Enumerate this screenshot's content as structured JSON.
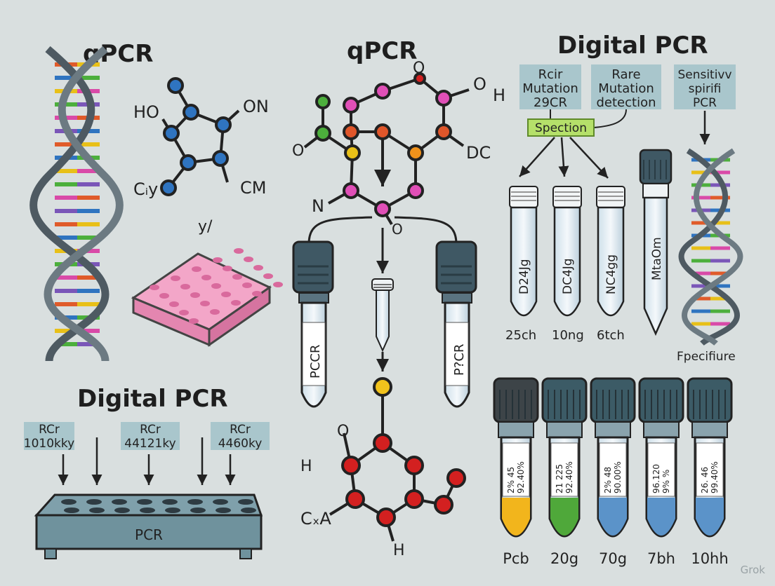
{
  "titles": {
    "top_left": "qPCR",
    "top_center": "qPCR",
    "top_right": "Digital PCR",
    "bottom_left": "Digital PCR"
  },
  "molecule_left": {
    "ho": "HO",
    "on": "ON",
    "cy": "Cᵢy",
    "cm": "CM",
    "y": "y/"
  },
  "molecule_center": {
    "o_top": "O",
    "o_right": "O",
    "h": "H",
    "o_left": "O",
    "dc": "DC",
    "n": "N",
    "o_bottom": "O"
  },
  "molecule_bottom": {
    "o": "O",
    "h_left": "H",
    "cxa": "CₓA",
    "h_bottom": "H"
  },
  "center_tubes": {
    "left_label": "PCCR",
    "right_label": "P?CR"
  },
  "right_boxes": [
    {
      "line1": "Rcir",
      "line2": "Mutation",
      "line3": "29CR"
    },
    {
      "line1": "Rare",
      "line2": "Mutation",
      "line3": "detection"
    },
    {
      "line1": "Sensitivv",
      "line2": "spirifi",
      "line3": "PCR"
    }
  ],
  "spection_label": "Spection",
  "upper_right_tubes": [
    {
      "label": "D24Jg",
      "caption": "25ch"
    },
    {
      "label": "DC4Jg",
      "caption": "10ng"
    },
    {
      "label": "NC4gg",
      "caption": "6tch"
    },
    {
      "label": "MtaOm",
      "caption": ""
    }
  ],
  "helix_right_caption": "Fpecifiure",
  "bottom_left_boxes": [
    {
      "line1": "RCr",
      "line2": "1010kky"
    },
    {
      "line1": "RCr",
      "line2": "44121ky"
    },
    {
      "line1": "RCr",
      "line2": "4460ky"
    }
  ],
  "plate_label": "PCR",
  "bottom_right_tubes": [
    {
      "l1": "2%  45",
      "l2": "92.40%",
      "caption": "Pcb",
      "liquid": "#f2b51c",
      "cap": "#3d4448"
    },
    {
      "l1": "21 225",
      "l2": "92.40%",
      "caption": "20g",
      "liquid": "#4fa83a",
      "cap": "#3c5b66"
    },
    {
      "l1": "2%  48",
      "l2": "90.00%",
      "caption": "70g",
      "liquid": "#5b93c9",
      "cap": "#3c5b66"
    },
    {
      "l1": "96.120",
      "l2": "9%  %",
      "caption": "7bh",
      "liquid": "#5b93c9",
      "cap": "#3c5b66"
    },
    {
      "l1": "26. 46",
      "l2": "99.40%",
      "caption": "10hh",
      "liquid": "#5b93c9",
      "cap": "#3c5b66"
    }
  ],
  "watermark": "Grok"
}
